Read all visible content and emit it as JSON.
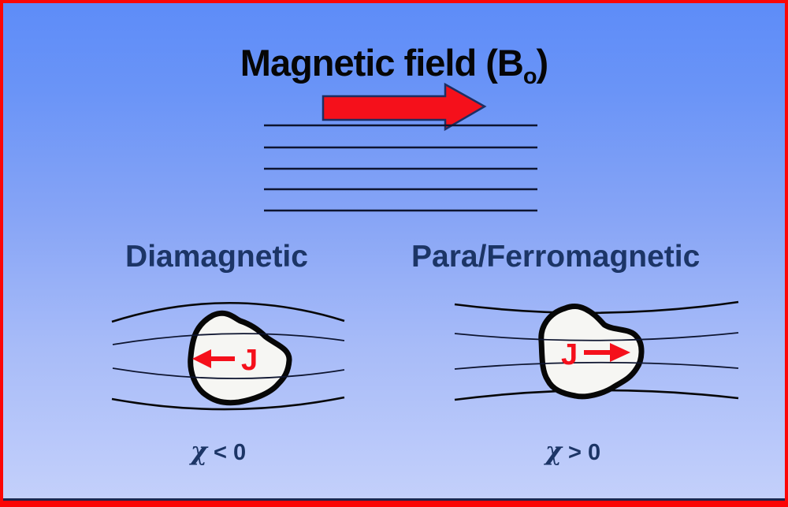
{
  "title": {
    "main": "Magnetic field (B",
    "subscript": "o",
    "suffix": ")"
  },
  "field": {
    "direction": "right",
    "lines_count": 5
  },
  "sections": [
    {
      "id": "diamagnetic",
      "heading": "Diamagnetic",
      "current_label": "J",
      "current_direction": "left",
      "chi_symbol": "χ",
      "chi_relation": "< 0"
    },
    {
      "id": "para-ferromagnetic",
      "heading": "Para/Ferromagnetic",
      "current_label": "J",
      "current_direction": "right",
      "chi_symbol": "χ",
      "chi_relation": "> 0"
    }
  ],
  "colors": {
    "arrow_red": "#f5101b",
    "arrow_outline_navy": "#1c2f63",
    "heading_navy": "#1c3566",
    "title_black": "#060606",
    "field_line": "#0e1530",
    "blob_fill": "#f6f6f3",
    "blob_outline": "#070707",
    "border_red": "#fb0606",
    "background_top": "#5d8cf8",
    "background_bottom": "#c5d1fb"
  }
}
